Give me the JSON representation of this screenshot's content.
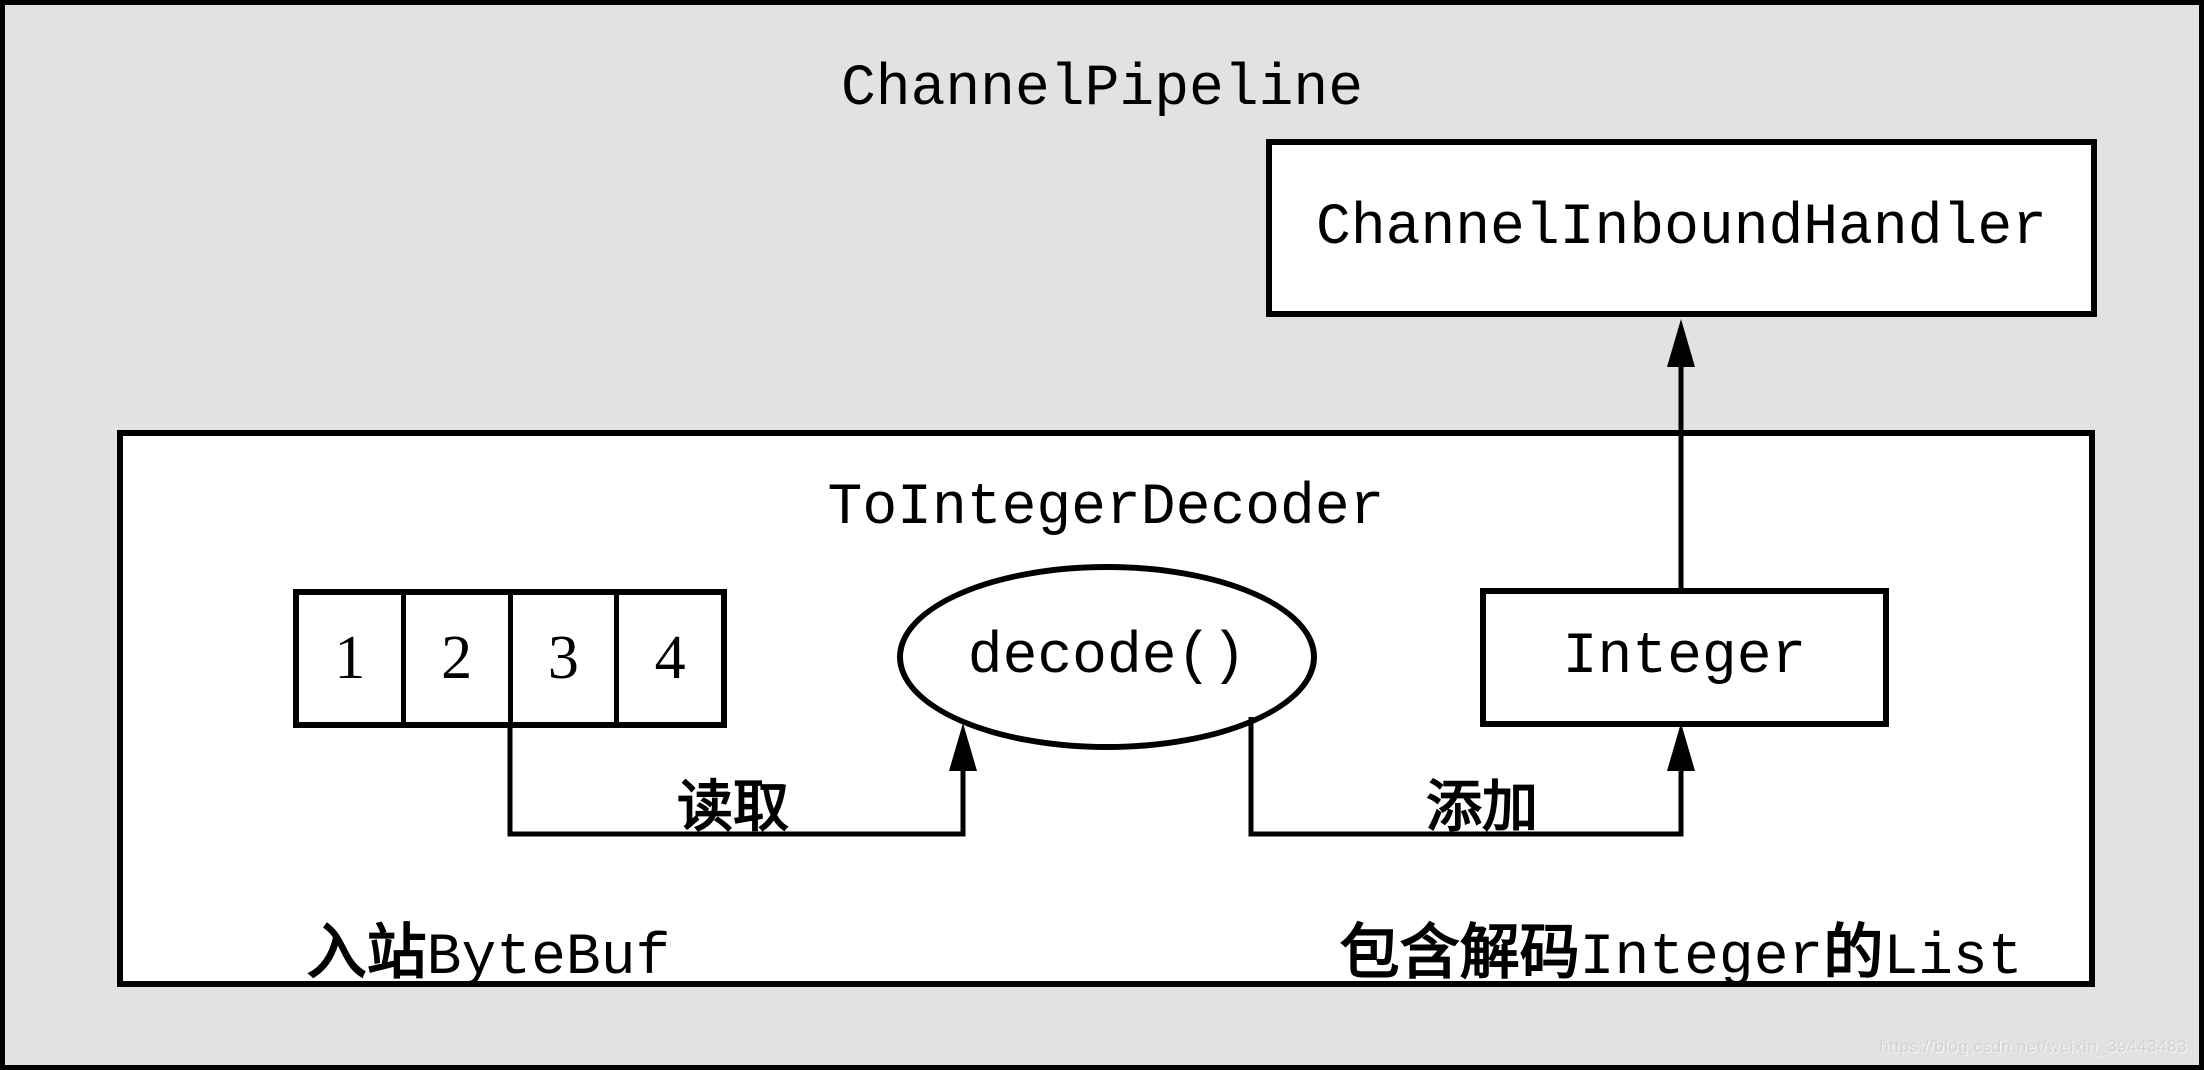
{
  "diagram": {
    "title": "ChannelPipeline",
    "handler_box": {
      "label": "ChannelInboundHandler"
    },
    "decoder_box": {
      "title": "ToIntegerDecoder"
    },
    "byte_buffer": {
      "cells": [
        "1",
        "2",
        "3",
        "4"
      ]
    },
    "decode_ellipse": {
      "label": "decode()"
    },
    "integer_box": {
      "label": "Integer"
    },
    "arrow_labels": {
      "read": "读取",
      "add": "添加"
    },
    "captions": {
      "inbound": {
        "cn": "入站",
        "code": "ByteBuf"
      },
      "list": {
        "cn_prefix": "包含解码",
        "code_integer": "Integer",
        "cn_mid": "的",
        "code_list": "List"
      }
    },
    "watermark": "https://blog.csdn.net/weixin_39443483"
  },
  "colors": {
    "background": "#e2e2e2",
    "box_fill": "#ffffff",
    "line": "#000000",
    "watermark_text": "#d2d2d2"
  }
}
